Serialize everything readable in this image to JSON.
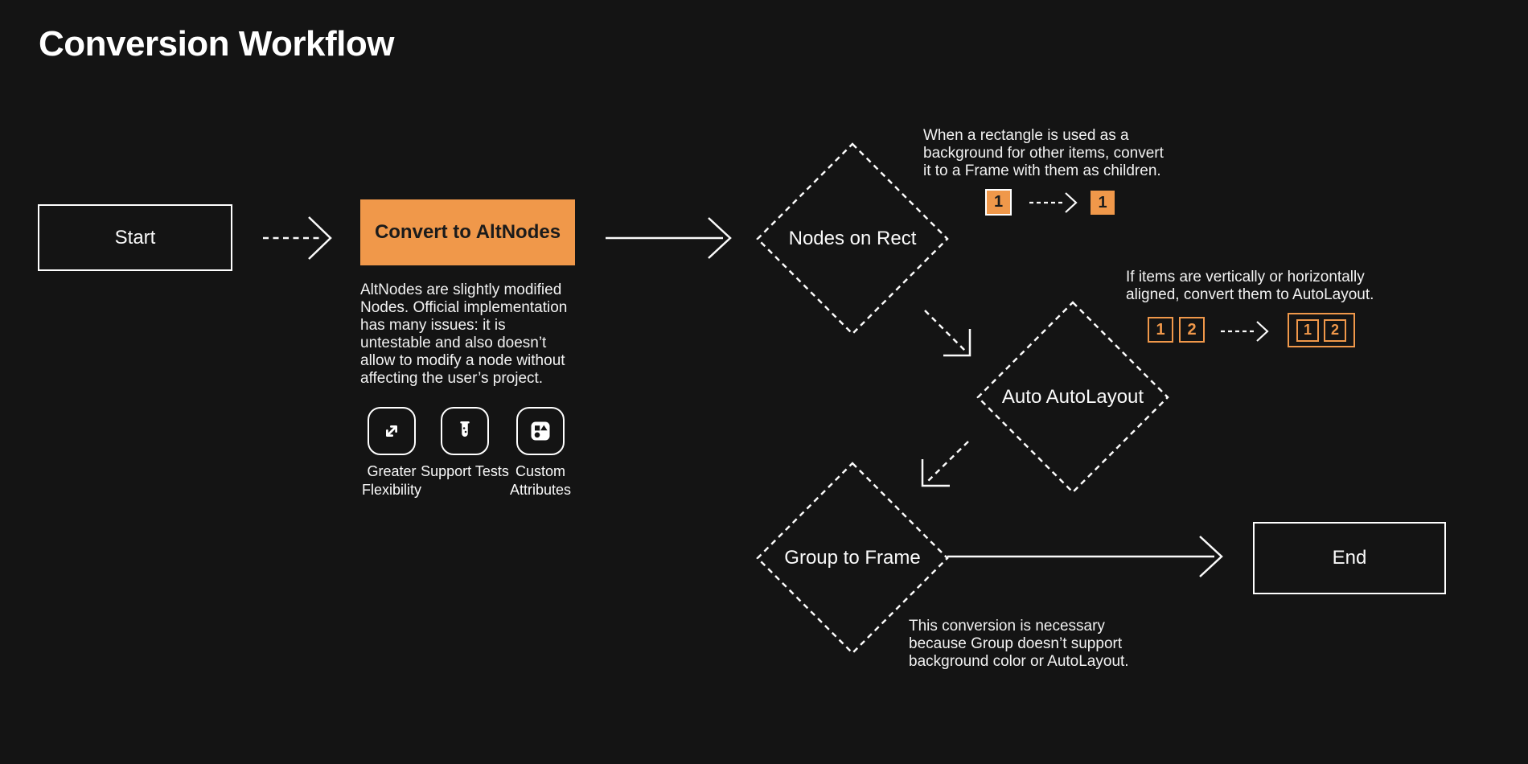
{
  "title": "Conversion Workflow",
  "colors": {
    "background": "#141414",
    "foreground": "#FAFAFA",
    "accent": "#F0984A",
    "dark_text": "#1B1B1B"
  },
  "nodes": {
    "start": "Start",
    "convert": "Convert to AltNodes",
    "nodes_on_rect": "Nodes on Rect",
    "auto_autolayout": "Auto AutoLayout",
    "group_to_frame": "Group to Frame",
    "end": "End"
  },
  "notes": {
    "altnodes": [
      "AltNodes are slightly modified",
      "Nodes. Official implementation",
      "has many issues: it is",
      "untestable and also doesn’t",
      "allow to modify a node without",
      "affecting the user’s project."
    ],
    "rect": [
      "When a rectangle is used as a",
      "background for other items, convert",
      "it to a Frame with them as children."
    ],
    "autolayout": [
      "If items are vertically or horizontally",
      "aligned, convert them to AutoLayout."
    ],
    "group": [
      "This conversion is necessary",
      "because Group doesn’t support",
      "background color or AutoLayout."
    ]
  },
  "features": [
    {
      "label": "Greater Flexibility",
      "icon": "expand-arrows-icon"
    },
    {
      "label": "Support Tests",
      "icon": "test-tube-icon"
    },
    {
      "label": "Custom Attributes",
      "icon": "shapes-icon"
    }
  ],
  "mini": {
    "rect_to_frame": {
      "before": "1",
      "after": "1"
    },
    "autolayout": {
      "items": [
        "1",
        "2"
      ]
    }
  }
}
